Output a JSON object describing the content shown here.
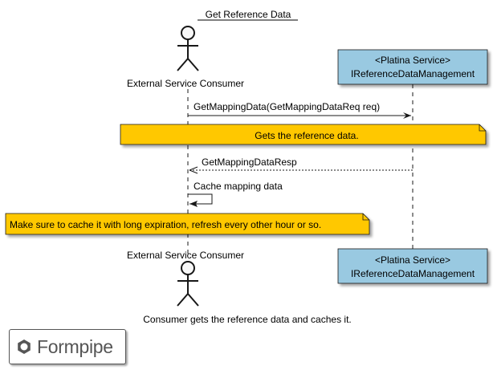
{
  "title": "Get Reference Data",
  "participants": {
    "consumer": {
      "label": "External Service Consumer"
    },
    "service": {
      "stereotype": "<Platina Service>",
      "label": "IReferenceDataManagement"
    }
  },
  "messages": [
    {
      "from": "consumer",
      "to": "service",
      "text": "GetMappingData(GetMappingDataReq req)",
      "style": "solid"
    },
    {
      "from": "service",
      "to": "consumer",
      "text": "GetMappingDataResp",
      "style": "dashed"
    },
    {
      "from": "consumer",
      "to": "consumer",
      "text": "Cache mapping data",
      "style": "self"
    }
  ],
  "notes": [
    {
      "text": "Gets the reference data."
    },
    {
      "text": "Make sure to cache it with long expiration, refresh every other hour or so."
    }
  ],
  "caption": "Consumer gets the reference data and caches it.",
  "logo": {
    "text": "Formpipe"
  },
  "colors": {
    "note_fill": "#FFC800",
    "box_fill": "#99C9E1",
    "actor_fill": "#F8F8F8",
    "line": "#181818"
  }
}
